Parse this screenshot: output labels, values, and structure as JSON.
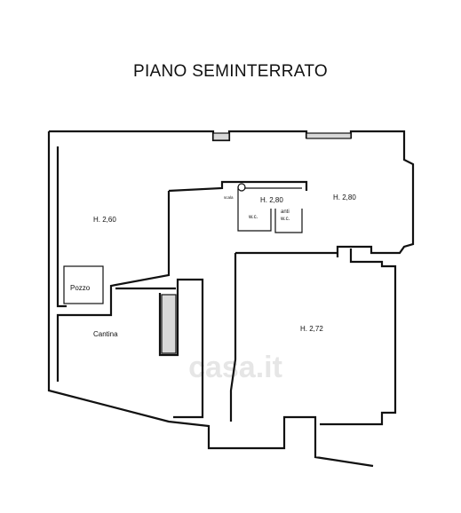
{
  "title": "PIANO SEMINTERRATO",
  "watermark": "casa.it",
  "rooms": {
    "room_left": "H. 2,60",
    "room_upper_mid": "H. 2,80",
    "room_upper_right": "H. 2,80",
    "room_main": "H. 2,72",
    "wc": "w.c.",
    "anti_wc_1": "anti",
    "anti_wc_2": "w.c.",
    "well": "Pozzo",
    "cellar": "Cantina",
    "small_note": "scala"
  }
}
